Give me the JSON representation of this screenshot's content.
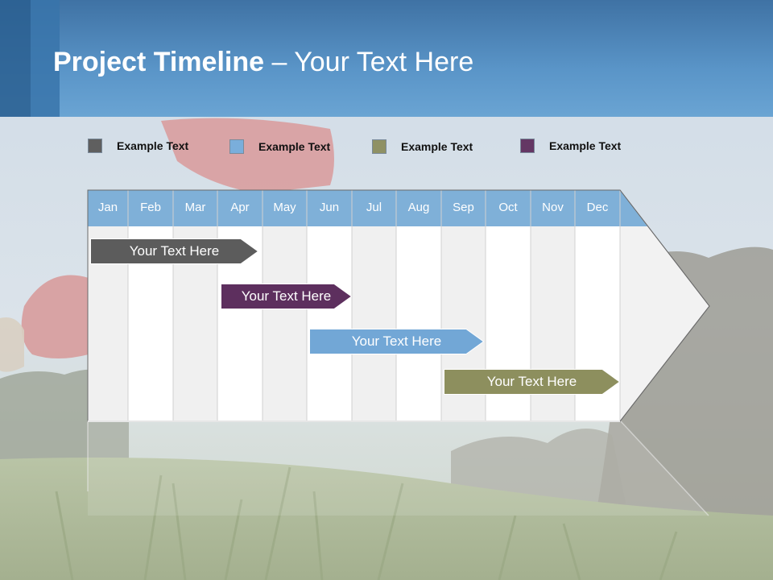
{
  "title": {
    "bold": "Project Timeline",
    "rest": " – Your Text Here"
  },
  "legend": [
    {
      "label": "Example Text",
      "color": "#5f5f5f"
    },
    {
      "label": "Example Text",
      "color": "#7aaedb"
    },
    {
      "label": "Example Text",
      "color": "#8f9164"
    },
    {
      "label": "Example Text",
      "color": "#643764"
    }
  ],
  "months": [
    "Jan",
    "Feb",
    "Mar",
    "Apr",
    "May",
    "Jun",
    "Jul",
    "Aug",
    "Sep",
    "Oct",
    "Nov",
    "Dec"
  ],
  "bars": [
    {
      "label": "Your  Text Here",
      "color": "#5c5c5c"
    },
    {
      "label": "Your  Text Here",
      "color": "#5d2f5e"
    },
    {
      "label": "Your  Text Here",
      "color": "#72a7d6"
    },
    {
      "label": "Your  Text Here",
      "color": "#8d8f5e"
    }
  ],
  "colors": {
    "header": "#4a84b8",
    "month_row": "#7fb0d8"
  }
}
